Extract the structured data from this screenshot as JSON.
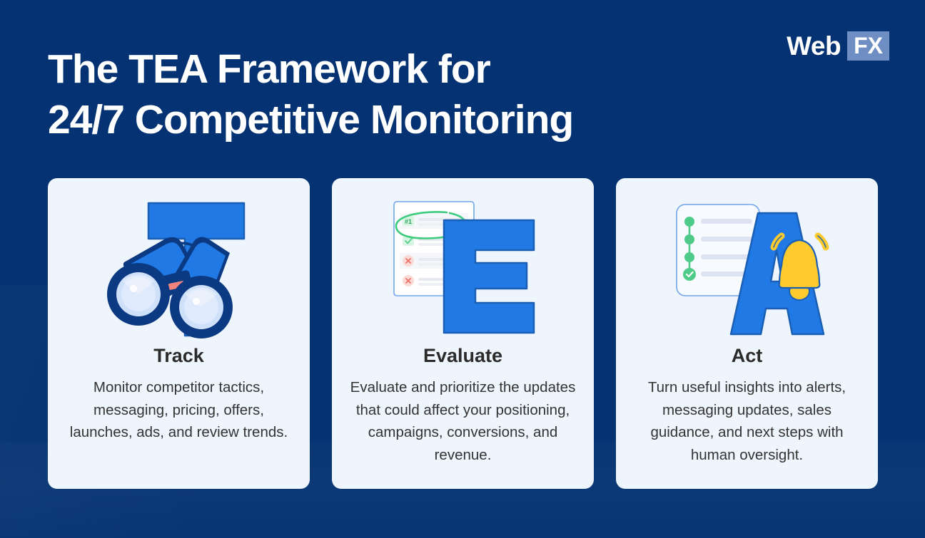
{
  "brand": {
    "logo_web": "Web",
    "logo_fx": "FX",
    "navy": "#043272",
    "card_bg": "#eff5fd",
    "letter_blue": "#2179e5",
    "letter_outline": "#1b5fb5",
    "accent_green": "#3dcb7e",
    "accent_yellow": "#fdcb2e",
    "accent_red": "#f4837c",
    "dark_navy": "#0b3a83"
  },
  "title": {
    "line1": "The TEA Framework for",
    "line2": "24/7 Competitive Monitoring"
  },
  "cards": [
    {
      "letter": "T",
      "icon": "binoculars-icon",
      "heading": "Track",
      "body": "Monitor competitor tactics, messaging, pricing, offers, launches, ads, and review trends."
    },
    {
      "letter": "E",
      "icon": "checklist-document-icon",
      "badge": "#1",
      "heading": "Evaluate",
      "body": "Evaluate and prioritize the updates that could affect your positioning, campaigns, conversions, and revenue."
    },
    {
      "letter": "A",
      "icon": "notification-bell-icon",
      "heading": "Act",
      "body": "Turn useful insights into alerts, messaging updates, sales guidance, and next steps with human oversight."
    }
  ]
}
